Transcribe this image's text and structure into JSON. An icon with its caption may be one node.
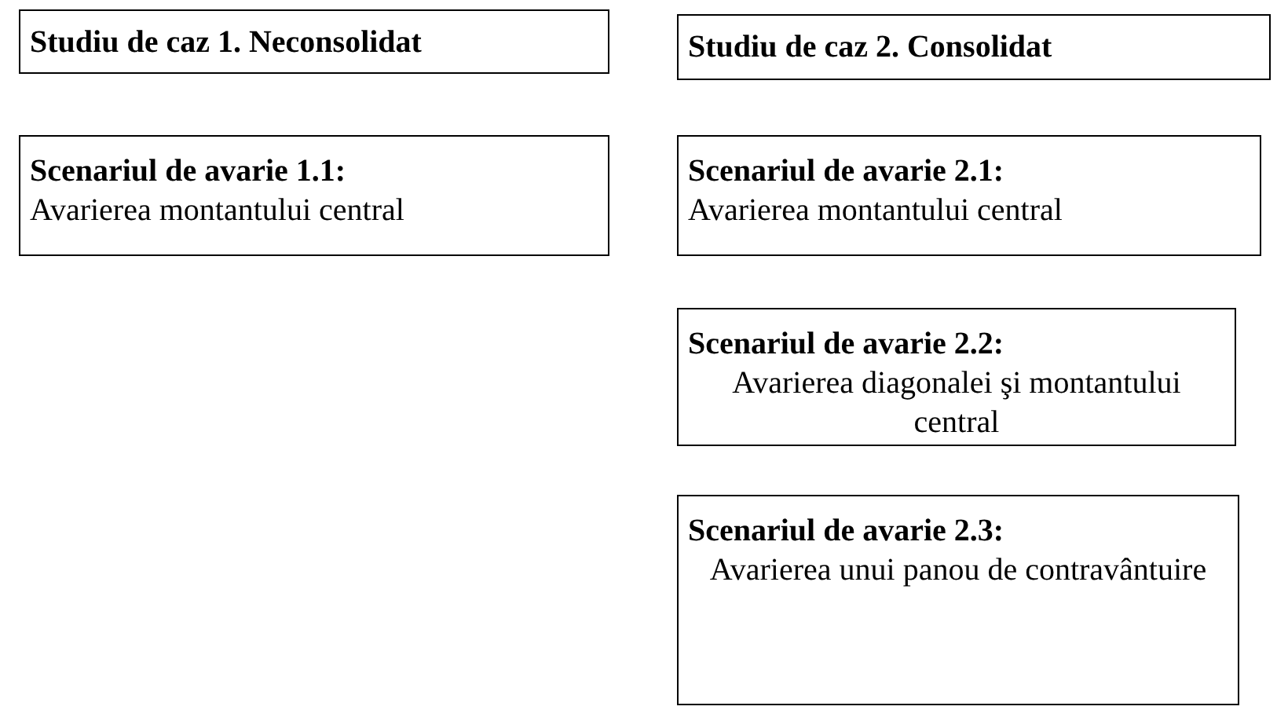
{
  "diagram": {
    "nodes": [
      {
        "text": [
          "Studiu de caz 1. Neconsolidat"
        ]
      },
      {
        "text": [
          "Studiu de caz 2. Consolidat"
        ]
      },
      {
        "text": [
          "Scenariul de avarie 1.1:",
          "Avarierea montantului central"
        ]
      },
      {
        "text": [
          "Scenariul de avarie 2.1:",
          "Avarierea montantului central"
        ]
      },
      {
        "text": [
          "Scenariul de avarie 2.2:",
          "Avarierea diagonalei şi montantului central"
        ]
      },
      {
        "text": [
          "Scenariul de avarie 2.3:",
          "Avarierea unui panou de contravântuire"
        ]
      }
    ]
  }
}
